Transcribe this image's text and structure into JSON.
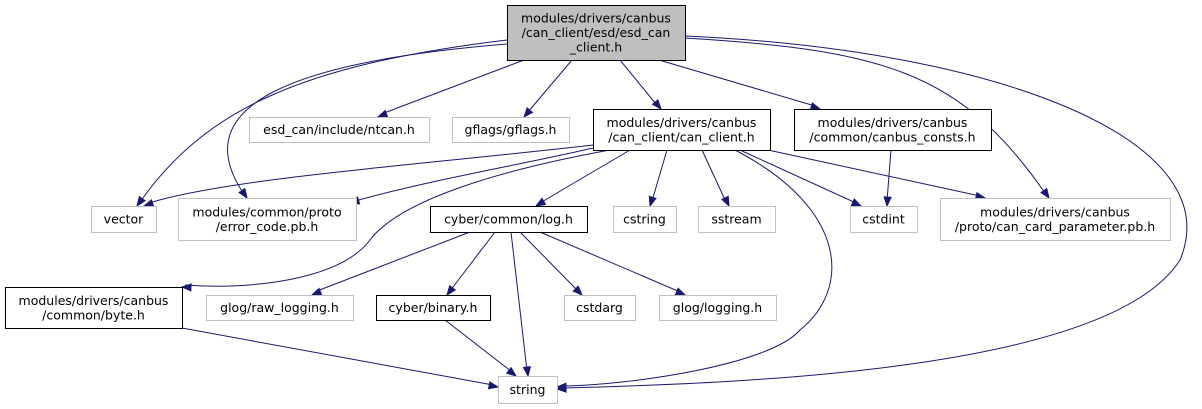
{
  "colors": {
    "edge": "#191970",
    "focus_fill": "#bfbfbf",
    "focus_border": "#000000",
    "documented_border": "#000000",
    "undocumented_border": "#bfbfbf",
    "node_fill": "#ffffff"
  },
  "nodes": [
    {
      "id": "esd_can_client_h",
      "lines": [
        "modules/drivers/canbus",
        "/can_client/esd/esd_can",
        "_client.h"
      ],
      "kind": "focus"
    },
    {
      "id": "ntcan_h",
      "lines": [
        "esd_can/include/ntcan.h"
      ],
      "kind": "external"
    },
    {
      "id": "gflags_h",
      "lines": [
        "gflags/gflags.h"
      ],
      "kind": "external"
    },
    {
      "id": "can_client_h",
      "lines": [
        "modules/drivers/canbus",
        "/can_client/can_client.h"
      ],
      "kind": "documented"
    },
    {
      "id": "canbus_consts_h",
      "lines": [
        "modules/drivers/canbus",
        "/common/canbus_consts.h"
      ],
      "kind": "documented"
    },
    {
      "id": "vector",
      "lines": [
        "vector"
      ],
      "kind": "external"
    },
    {
      "id": "error_code_pb_h",
      "lines": [
        "modules/common/proto",
        "/error_code.pb.h"
      ],
      "kind": "external"
    },
    {
      "id": "log_h",
      "lines": [
        "cyber/common/log.h"
      ],
      "kind": "documented"
    },
    {
      "id": "cstring",
      "lines": [
        "cstring"
      ],
      "kind": "external"
    },
    {
      "id": "sstream",
      "lines": [
        "sstream"
      ],
      "kind": "external"
    },
    {
      "id": "cstdint",
      "lines": [
        "cstdint"
      ],
      "kind": "external"
    },
    {
      "id": "can_card_parameter_pb_h",
      "lines": [
        "modules/drivers/canbus",
        "/proto/can_card_parameter.pb.h"
      ],
      "kind": "external"
    },
    {
      "id": "byte_h",
      "lines": [
        "modules/drivers/canbus",
        "/common/byte.h"
      ],
      "kind": "documented"
    },
    {
      "id": "raw_logging_h",
      "lines": [
        "glog/raw_logging.h"
      ],
      "kind": "external"
    },
    {
      "id": "binary_h",
      "lines": [
        "cyber/binary.h"
      ],
      "kind": "documented"
    },
    {
      "id": "cstdarg",
      "lines": [
        "cstdarg"
      ],
      "kind": "external"
    },
    {
      "id": "logging_h",
      "lines": [
        "glog/logging.h"
      ],
      "kind": "external"
    },
    {
      "id": "string",
      "lines": [
        "string"
      ],
      "kind": "external"
    }
  ],
  "edges": [
    {
      "from": "esd_can_client_h",
      "to": "ntcan_h"
    },
    {
      "from": "esd_can_client_h",
      "to": "gflags_h"
    },
    {
      "from": "esd_can_client_h",
      "to": "can_client_h"
    },
    {
      "from": "esd_can_client_h",
      "to": "canbus_consts_h"
    },
    {
      "from": "esd_can_client_h",
      "to": "vector"
    },
    {
      "from": "esd_can_client_h",
      "to": "error_code_pb_h"
    },
    {
      "from": "esd_can_client_h",
      "to": "can_card_parameter_pb_h"
    },
    {
      "from": "esd_can_client_h",
      "to": "string"
    },
    {
      "from": "can_client_h",
      "to": "vector"
    },
    {
      "from": "can_client_h",
      "to": "error_code_pb_h"
    },
    {
      "from": "can_client_h",
      "to": "log_h"
    },
    {
      "from": "can_client_h",
      "to": "cstring"
    },
    {
      "from": "can_client_h",
      "to": "sstream"
    },
    {
      "from": "can_client_h",
      "to": "cstdint"
    },
    {
      "from": "can_client_h",
      "to": "can_card_parameter_pb_h"
    },
    {
      "from": "can_client_h",
      "to": "byte_h"
    },
    {
      "from": "can_client_h",
      "to": "string"
    },
    {
      "from": "canbus_consts_h",
      "to": "cstdint"
    },
    {
      "from": "log_h",
      "to": "raw_logging_h"
    },
    {
      "from": "log_h",
      "to": "binary_h"
    },
    {
      "from": "log_h",
      "to": "cstdarg"
    },
    {
      "from": "log_h",
      "to": "logging_h"
    },
    {
      "from": "log_h",
      "to": "string"
    },
    {
      "from": "binary_h",
      "to": "string"
    },
    {
      "from": "byte_h",
      "to": "string"
    }
  ]
}
